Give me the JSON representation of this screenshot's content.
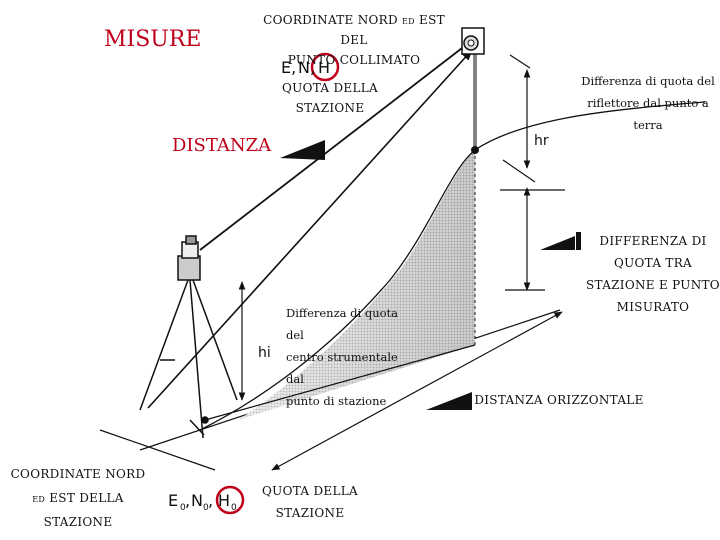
{
  "labels": {
    "misure": "MISURE",
    "coord_punto": "COORDINATE NORD ed EST DEL\nPUNTO COLLIMATO",
    "quota_stazione_top": "QUOTA DELLA\nSTAZIONE",
    "distanza": "DISTANZA",
    "diff_riflettore": "Differenza di quota del\nriflettore dal punto a\nterra",
    "diff_quota_stazione": "DIFFERENZA DI\nQUOTA TRA\nSTAZIONE E PUNTO\nMISURATO",
    "diff_centro": "Differenza di quota del\ncentro strumentale dal\npunto di stazione",
    "distanza_orizzontale": "DISTANZA ORIZZONTALE",
    "coord_stazione": "COORDINATE NORD\ned EST DELLA\nSTAZIONE",
    "quota_stazione_bottom": "QUOTA DELLA\nSTAZIONE"
  },
  "symbols": {
    "e": "E,",
    "n": "N,",
    "h": "H",
    "hr": "hr",
    "hi": "hi",
    "e0": "E",
    "n0": "N",
    "h0": "H",
    "sub0": "0",
    "comma": ","
  },
  "colors": {
    "accent_red": "#c0001a",
    "line": "#111111",
    "shade": "#bdbdbd"
  }
}
